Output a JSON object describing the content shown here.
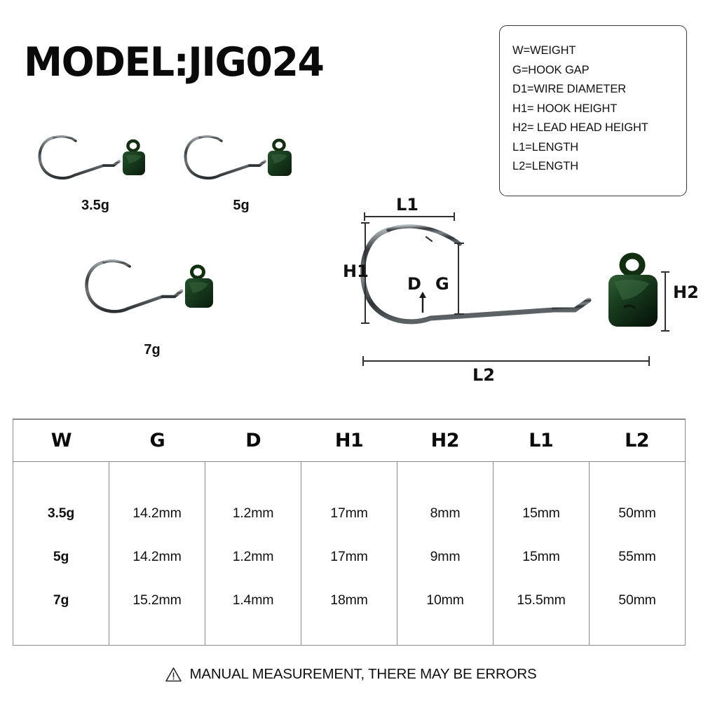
{
  "title": "MODEL:JIG024",
  "legend": {
    "lines": [
      "W=WEIGHT",
      "G=HOOK GAP",
      "D1=WIRE DIAMETER",
      "H1= HOOK HEIGHT",
      "H2= LEAD HEAD HEIGHT",
      "L1=LENGTH",
      "L2=LENGTH"
    ]
  },
  "samples": [
    {
      "label": "3.5g",
      "icon": "jig-hook-icon"
    },
    {
      "label": "5g",
      "icon": "jig-hook-icon"
    },
    {
      "label": "7g",
      "icon": "jig-hook-icon"
    }
  ],
  "diagram": {
    "product_icon": "jig-head-hook-icon",
    "dimensions": {
      "L1": "L1",
      "L2": "L2",
      "H1": "H1",
      "H2": "H2",
      "G": "G",
      "D": "D"
    }
  },
  "table": {
    "headers": [
      "W",
      "G",
      "D",
      "H1",
      "H2",
      "L1",
      "L2"
    ],
    "rows": [
      [
        "3.5g",
        "14.2mm",
        "1.2mm",
        "17mm",
        "8mm",
        "15mm",
        "50mm"
      ],
      [
        "5g",
        "14.2mm",
        "1.2mm",
        "17mm",
        "9mm",
        "15mm",
        "55mm"
      ],
      [
        "7g",
        "15.2mm",
        "1.4mm",
        "18mm",
        "10mm",
        "15.5mm",
        "50mm"
      ]
    ]
  },
  "footer": {
    "icon": "warning-triangle-icon",
    "note": "MANUAL MEASUREMENT, THERE MAY BE ERRORS"
  },
  "colors": {
    "background": "#ffffff",
    "text": "#111111",
    "table_border": "#8a8a8a",
    "lead_head": "#16361c",
    "hook_metal": "#4a4a4a"
  }
}
